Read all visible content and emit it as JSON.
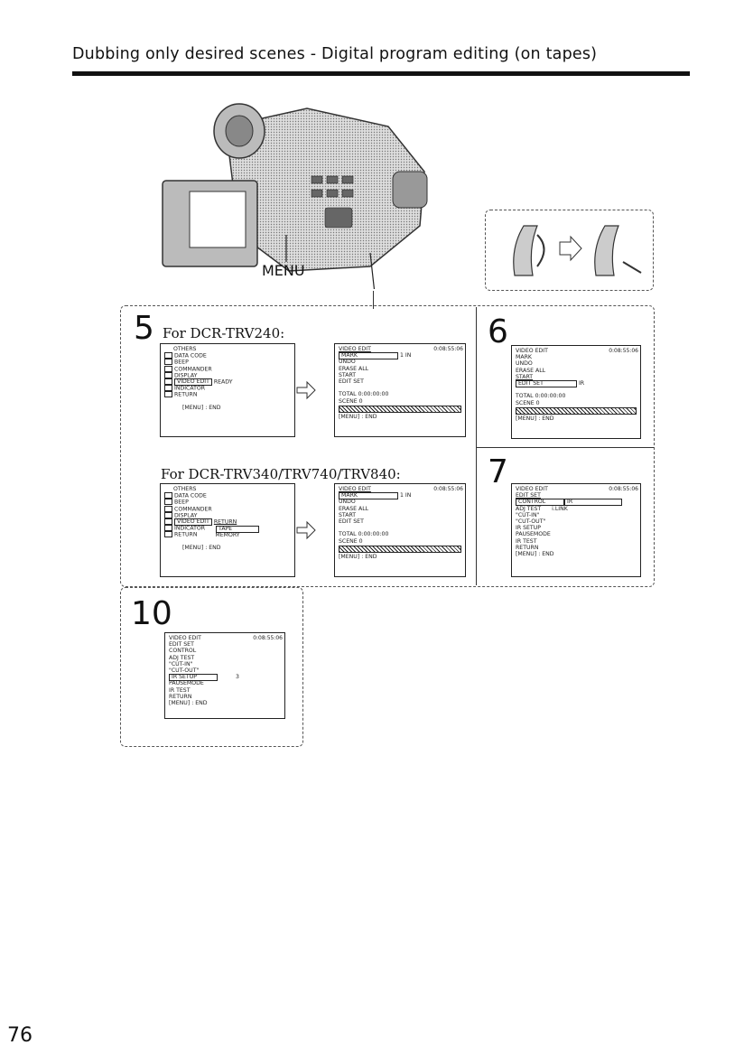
{
  "header": {
    "title": "Dubbing only desired scenes - Digital program editing (on tapes)"
  },
  "page_number": "76",
  "camera": {
    "menu_label": "MENU"
  },
  "step5": {
    "number": "5",
    "title_a": "For DCR-TRV240:",
    "title_b": "For DCR-TRV340/TRV740/TRV840:",
    "menu_a": [
      "OTHERS",
      "DATA CODE",
      "BEEP",
      "COMMANDER",
      "DISPLAY",
      "VIDEO EDIT",
      "INDICATOR",
      "RETURN"
    ],
    "menu_a_ready": "READY",
    "menu_a_end": "[MENU] : END",
    "edit_a": {
      "title": "VIDEO EDIT",
      "timecode": "0:08:55:06",
      "mark": "MARK",
      "in": "1  IN",
      "undo": "UNDO",
      "erase": "ERASE ALL",
      "start": "START",
      "editset": "EDIT SET",
      "total": "TOTAL  0:00:00:00",
      "scene": "SCENE  0",
      "end": "[MENU] : END"
    },
    "menu_b": [
      "OTHERS",
      "DATA CODE",
      "BEEP",
      "COMMANDER",
      "DISPLAY",
      "VIDEO EDIT",
      "INDICATOR",
      "RETURN"
    ],
    "menu_b_sub": [
      "RETURN",
      "TAPE",
      "MEMORY"
    ],
    "menu_b_end": "[MENU] : END",
    "edit_b": {
      "title": "VIDEO EDIT",
      "timecode": "0:08:55:06",
      "mark": "MARK",
      "in": "1  IN",
      "undo": "UNDO",
      "erase": "ERASE ALL",
      "start": "START",
      "editset": "EDIT SET",
      "total": "TOTAL  0:00:00:00",
      "scene": "SCENE  0",
      "end": "[MENU] : END"
    }
  },
  "step6": {
    "number": "6",
    "screen": {
      "title": "VIDEO EDIT",
      "timecode": "0:08:55:06",
      "mark": "MARK",
      "undo": "UNDO",
      "erase": "ERASE ALL",
      "start": "START",
      "editset": "EDIT SET",
      "ir": "IR",
      "total": "TOTAL  0:00:00:00",
      "scene": "SCENE  0",
      "end": "[MENU] : END"
    }
  },
  "step7": {
    "number": "7",
    "screen": {
      "title": "VIDEO EDIT",
      "timecode": "0:08:55:06",
      "editset": "EDIT SET",
      "control": "CONTROL",
      "ir": "IR",
      "adjtest": "ADJ TEST",
      "ilink": "i.LINK",
      "cutin": "\"CUT-IN\"",
      "cutout": "\"CUT-OUT\"",
      "irsetup": "IR SETUP",
      "pause": "PAUSEMODE",
      "irtest": "IR TEST",
      "ret": "RETURN",
      "end": "[MENU] : END"
    }
  },
  "step10": {
    "number": "10",
    "screen": {
      "title": "VIDEO EDIT",
      "timecode": "0:08:55:06",
      "editset": "EDIT SET",
      "control": "CONTROL",
      "adjtest": "ADJ TEST",
      "cutin": "\"CUT-IN\"",
      "cutout": "\"CUT-OUT\"",
      "irsetup": "IR SETUP",
      "irval": "3",
      "pause": "PAUSEMODE",
      "irtest": "IR TEST",
      "ret": "RETURN",
      "end": "[MENU] : END"
    }
  }
}
